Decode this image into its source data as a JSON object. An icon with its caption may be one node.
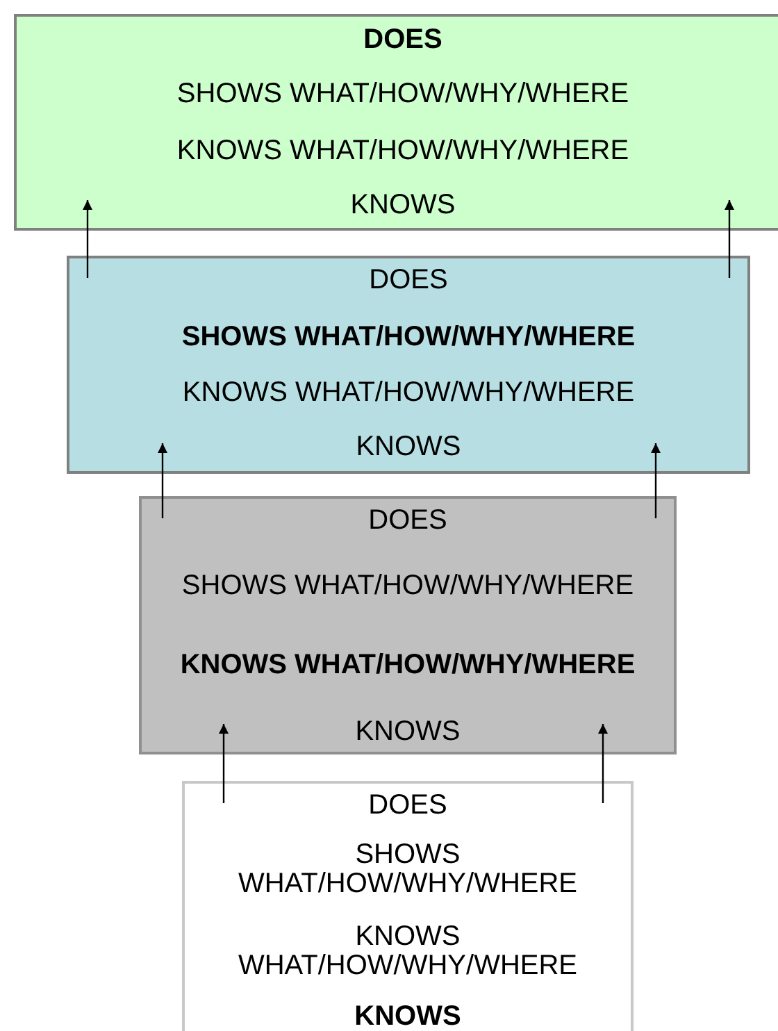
{
  "diagram": {
    "nodes": [
      {
        "text": [
          "DOES",
          "SHOWS WHAT/HOW/WHY/WHERE",
          "KNOWS WHAT/HOW/WHY/WHERE",
          "KNOWS"
        ]
      },
      {
        "text": [
          "DOES",
          "SHOWS WHAT/HOW/WHY/WHERE",
          "KNOWS WHAT/HOW/WHY/WHERE",
          "KNOWS"
        ]
      },
      {
        "text": [
          "DOES",
          "SHOWS WHAT/HOW/WHY/WHERE",
          "KNOWS WHAT/HOW/WHY/WHERE",
          "KNOWS"
        ]
      },
      {
        "text": [
          "DOES",
          "SHOWS WHAT/HOW/WHY/WHERE",
          "KNOWS WHAT/HOW/WHY/WHERE",
          "KNOWS"
        ]
      }
    ],
    "edges": [
      {
        "from": 1,
        "to": 0,
        "arrow": "to"
      },
      {
        "from": 1,
        "to": 0,
        "arrow": "to"
      },
      {
        "from": 2,
        "to": 1,
        "arrow": "to"
      },
      {
        "from": 2,
        "to": 1,
        "arrow": "to"
      },
      {
        "from": 3,
        "to": 2,
        "arrow": "to"
      },
      {
        "from": 3,
        "to": 2,
        "arrow": "to"
      }
    ]
  }
}
